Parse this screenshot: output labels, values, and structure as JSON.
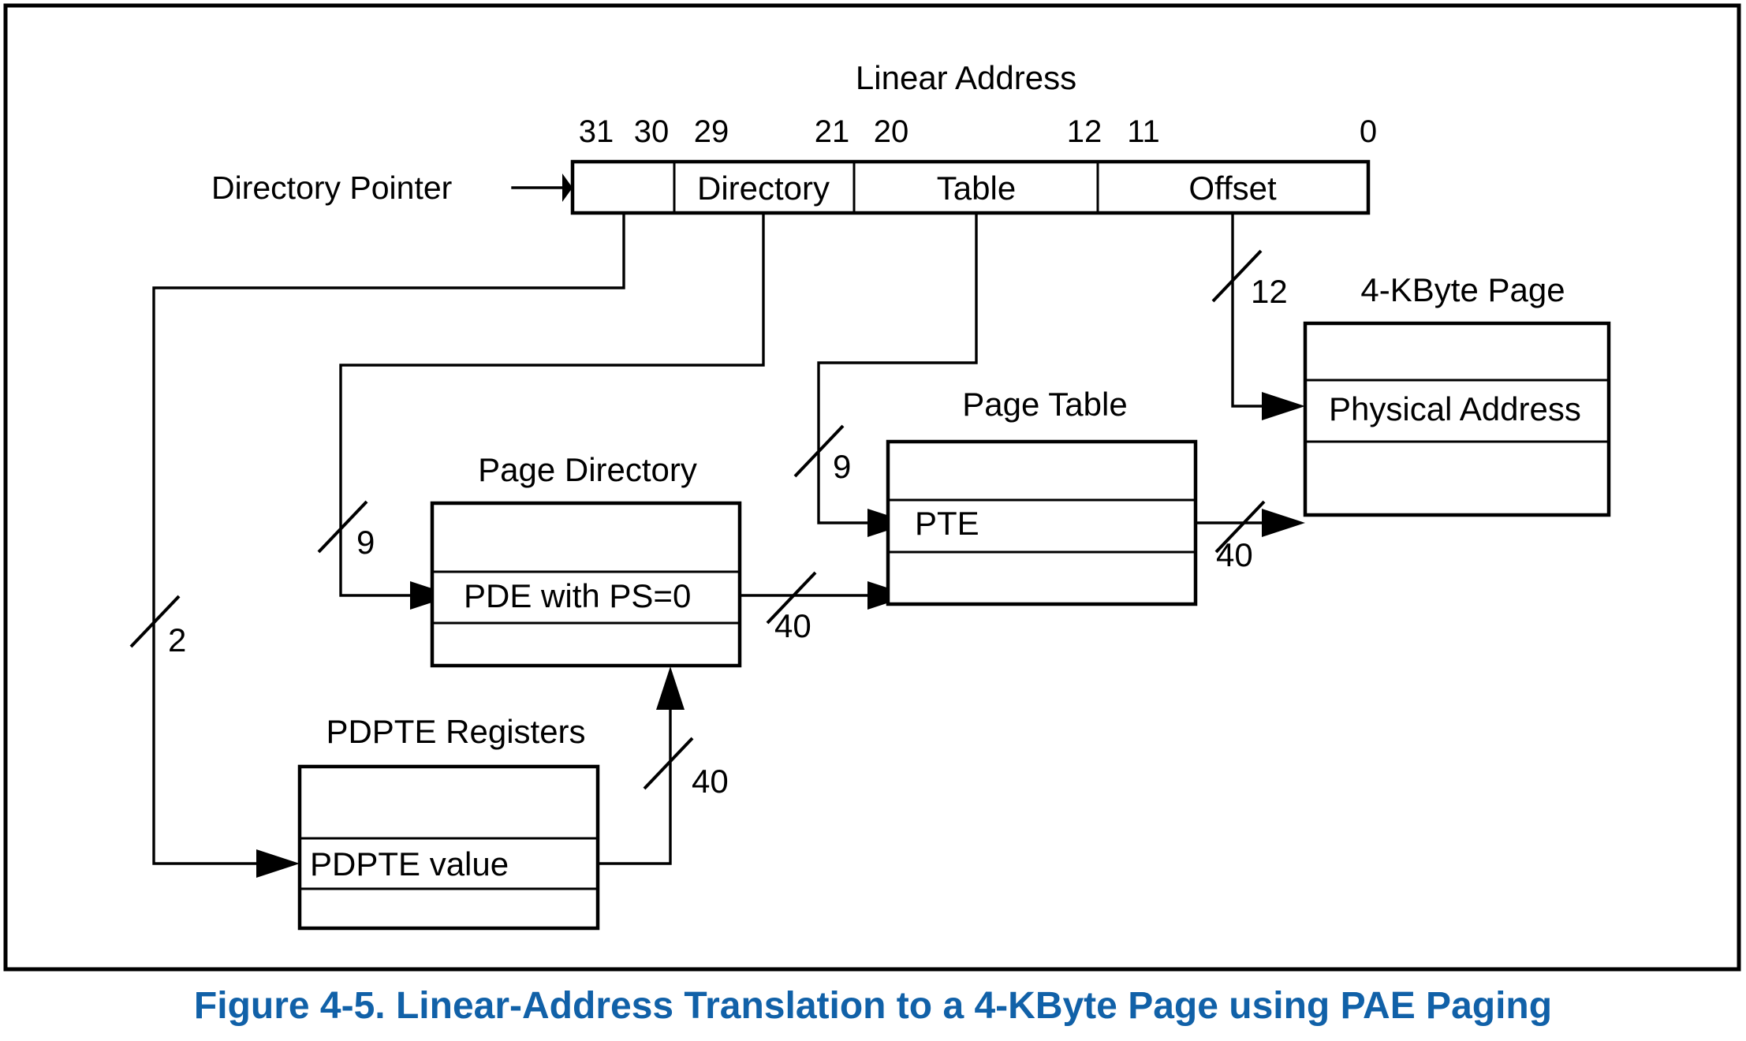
{
  "figure": {
    "caption": "Figure 4-5.  Linear-Address Translation to a 4-KByte Page using PAE Paging",
    "caption_color": "#1161A8",
    "linear_address": {
      "title": "Linear Address",
      "bit_labels": [
        "31",
        "30",
        "29",
        "21",
        "20",
        "12",
        "11",
        "0"
      ],
      "fields": [
        {
          "name": "",
          "label": ""
        },
        {
          "name": "directory",
          "label": "Directory"
        },
        {
          "name": "table",
          "label": "Table"
        },
        {
          "name": "offset",
          "label": "Offset"
        }
      ]
    },
    "directory_pointer_label": "Directory Pointer",
    "structures": [
      {
        "id": "page-directory",
        "title": "Page Directory",
        "entry_label": "PDE with PS=0"
      },
      {
        "id": "page-table",
        "title": "Page Table",
        "entry_label": "PTE"
      },
      {
        "id": "four-kbyte-page",
        "title": "4-KByte Page",
        "entry_label": "Physical Address"
      },
      {
        "id": "pdpte-registers",
        "title": "PDPTE Registers",
        "entry_label": "PDPTE value"
      }
    ],
    "bus_widths": {
      "dir_ptr_to_pdpte": "2",
      "directory_to_pde": "9",
      "table_to_pte": "9",
      "offset_to_page": "12",
      "pdpte_to_page_directory": "40",
      "pde_to_page_table": "40",
      "pte_to_page": "40"
    }
  }
}
